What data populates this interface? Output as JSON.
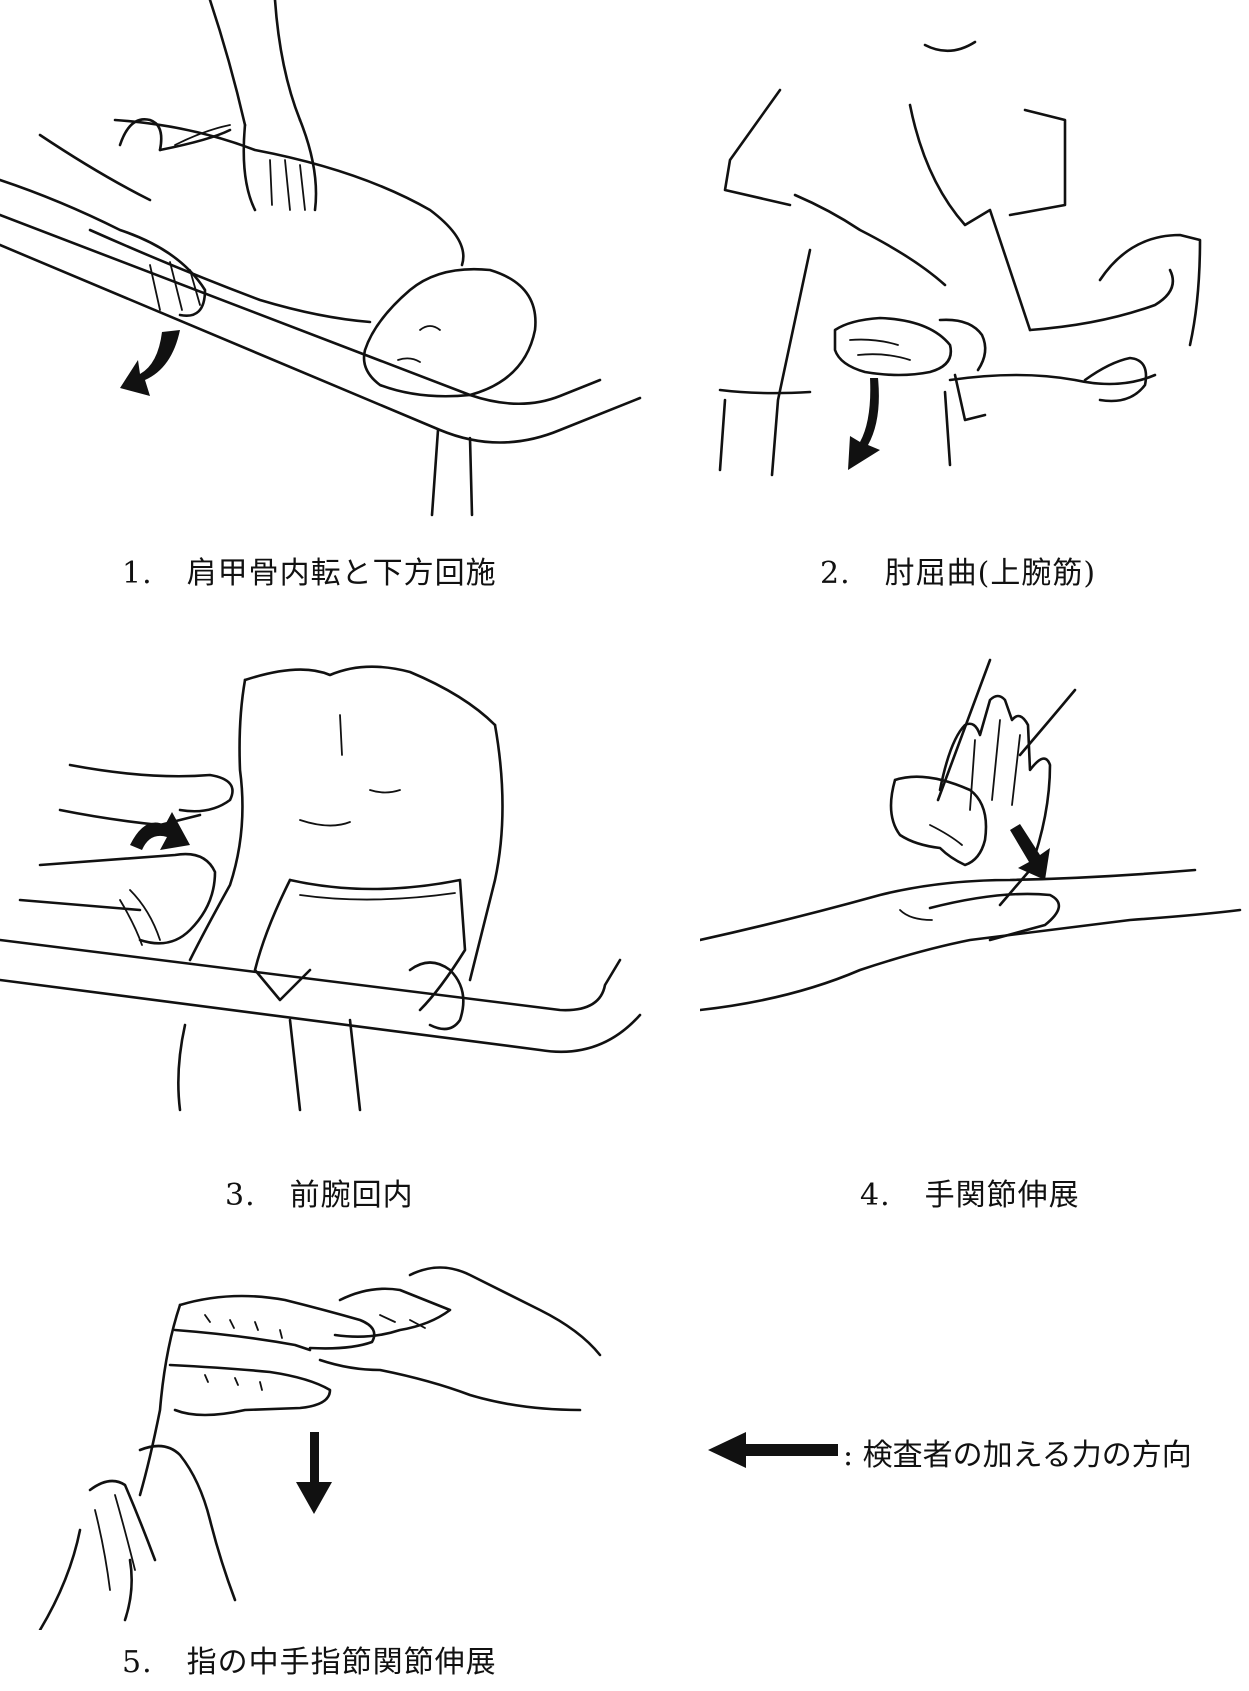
{
  "figures": [
    {
      "num": "1.",
      "label": "肩甲骨内転と下方回施"
    },
    {
      "num": "2.",
      "label": "肘屈曲(上腕筋)"
    },
    {
      "num": "3.",
      "label": "前腕回内"
    },
    {
      "num": "4.",
      "label": "手関節伸展"
    },
    {
      "num": "5.",
      "label": "指の中手指節関節伸展"
    }
  ],
  "legend": {
    "text": ": 検査者の加える力の方向",
    "icon": "force-arrow-icon"
  },
  "colors": {
    "ink": "#111111",
    "paper": "#ffffff"
  }
}
